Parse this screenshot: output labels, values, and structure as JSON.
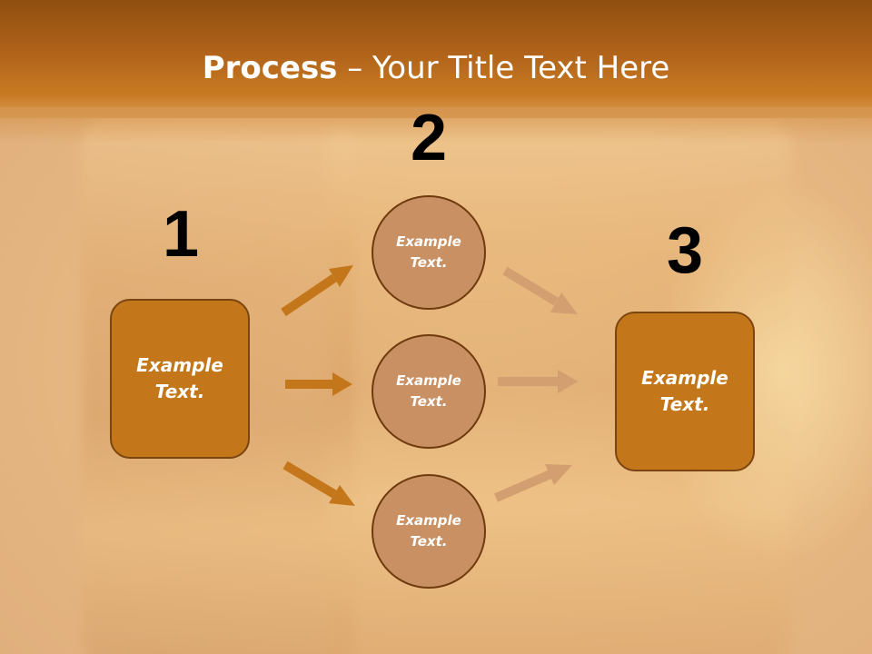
{
  "title": {
    "bold": "Process",
    "rest": " – Your Title Text Here"
  },
  "steps": [
    {
      "number": "1",
      "label": "Example\nText."
    },
    {
      "number": "2",
      "items": [
        {
          "label": "Example\nText."
        },
        {
          "label": "Example\nText."
        },
        {
          "label": "Example\nText."
        }
      ]
    },
    {
      "number": "3",
      "label": "Example\nText."
    }
  ],
  "colors": {
    "box_fill": "#c4771a",
    "circle_fill": "#c99163",
    "arrow_dark": "#c4771a",
    "arrow_light": "#d39e70",
    "header": "#b0631a"
  }
}
